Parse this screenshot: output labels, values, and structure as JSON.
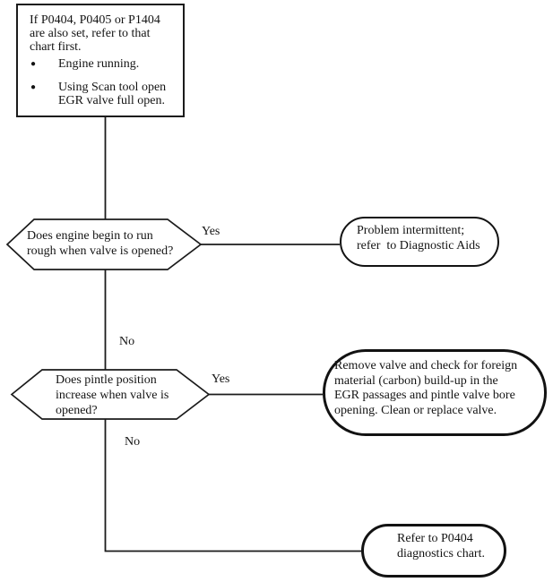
{
  "glyphs": {
    "bullet": "●"
  },
  "colors": {
    "line": "#1b1b1b",
    "text": "#141414",
    "background": "#ffffff"
  },
  "start_box": {
    "lines": [
      "If P0404, P0405 or P1404",
      "are also set, refer to that",
      "chart first."
    ],
    "bullets": [
      {
        "lines": [
          "Engine running."
        ]
      },
      {
        "lines": [
          "Using Scan tool open",
          "EGR valve full open."
        ]
      }
    ]
  },
  "decision1": {
    "lines": [
      "Does engine begin to run",
      "rough when valve is opened?"
    ],
    "yes_label": "Yes",
    "no_label": "No"
  },
  "decision2": {
    "lines": [
      "Does pintle position",
      "increase when valve is",
      "opened?"
    ],
    "yes_label": "Yes",
    "no_label": "No"
  },
  "result1": {
    "lines": [
      "Problem intermittent;",
      "refer  to Diagnostic Aids"
    ]
  },
  "result2": {
    "lines": [
      "Remove valve and check for foreign",
      "material (carbon) build-up in the",
      "EGR passages and pintle valve bore",
      "opening. Clean or replace valve."
    ]
  },
  "result3": {
    "lines": [
      "Refer to P0404",
      "diagnostics chart."
    ]
  }
}
